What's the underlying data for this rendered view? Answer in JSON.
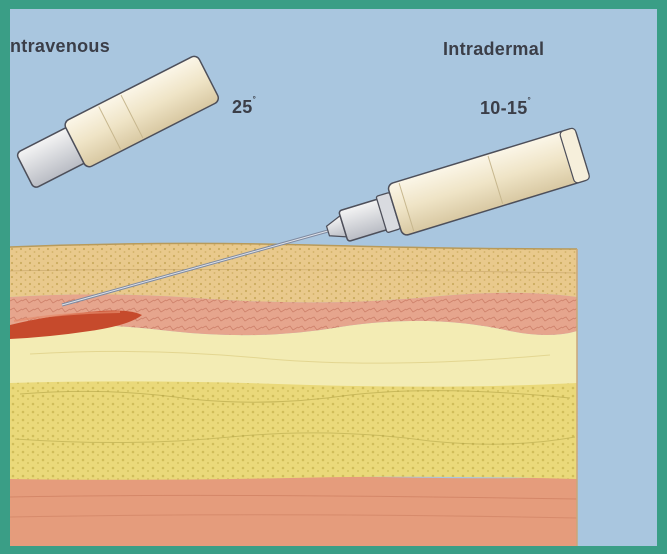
{
  "labels": {
    "intravenous": "ntravenous",
    "intradermal": "Intradermal",
    "angle_intravenous": "25",
    "angle_intradermal": "10-15",
    "degree_mark": "°"
  },
  "colors": {
    "frame": "#3a9e86",
    "background": "#a9c6df",
    "epidermis": "#e9c98c",
    "dermis": "#e6a58d",
    "subcutaneous_fat": "#ead97a",
    "fascia": "#f3ecb4",
    "muscle": "#e59c7c",
    "blood_vessel": "#c64a2c",
    "syringe_barrel": "#f3ebd4",
    "needle": "#8a95a8"
  }
}
